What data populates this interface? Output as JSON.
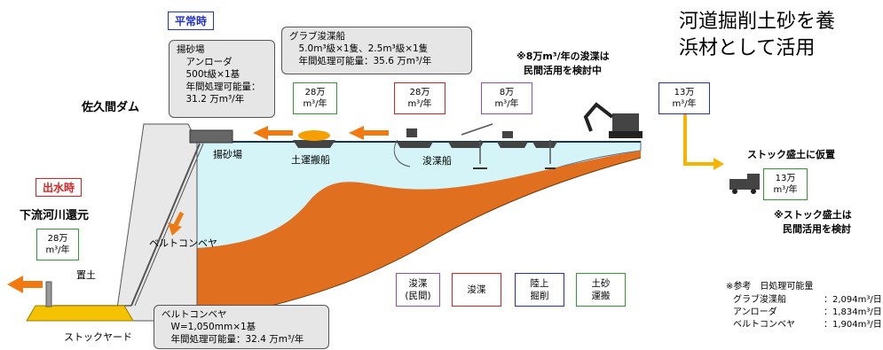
{
  "headline": {
    "line1": "河道掘削土砂を養",
    "line2": "浜材として活用"
  },
  "modes": {
    "normal": "平常時",
    "flood": "出水時"
  },
  "dam_label": "佐久間ダム",
  "downstream_label": "下流河川還元",
  "stockyard_label": "ストックヤード",
  "placement_label": "置土",
  "labels": {
    "sand_plant": "揚砂場",
    "transport_boat": "土運搬船",
    "dredger": "浚渫船",
    "conveyor": "ベルトコンベヤ",
    "stock_temp": "ストック盛土に仮置",
    "stock_note_1": "※ストック盛土は",
    "stock_note_2": "民間活用を検討"
  },
  "notes": {
    "private_dredge_1": "※8万m³/年の浚渫は",
    "private_dredge_2": "民間活用を検討中"
  },
  "info_boxes": {
    "sand_plant": "揚砂場\n　アンローダ\n　500t級×1基\n　年間処理可能量：\n　31.2 万m³/年",
    "grab_dredger": "グラブ浚渫船\n　5.0m³級×1隻、2.5m³級×1隻\n　年間処理可能量：35.6 万m³/年",
    "conveyor": "ベルトコンベヤ\n　W=1,050mm×1基\n　年間処理可能量：32.4 万m³/年"
  },
  "volume_boxes": [
    {
      "id": "transport",
      "line1": "28万",
      "line2": "m³/年",
      "color": "#2aa02a"
    },
    {
      "id": "dredge",
      "line1": "28万",
      "line2": "m³/年",
      "color": "#e02020"
    },
    {
      "id": "private",
      "line1": "8万",
      "line2": "m³/年",
      "color": "#8a4fc8"
    },
    {
      "id": "land",
      "line1": "13万",
      "line2": "m³/年",
      "color": "#2030c0"
    },
    {
      "id": "stock",
      "line1": "13万",
      "line2": "m³/年",
      "color": "#2aa02a"
    },
    {
      "id": "downstream",
      "line1": "28万",
      "line2": "m³/年",
      "color": "#2aa02a"
    }
  ],
  "legend": [
    {
      "label": "浚渫\n(民間)",
      "color": "#8a4fc8"
    },
    {
      "label": "浚渫",
      "color": "#e02020"
    },
    {
      "label": "陸上\n掘削",
      "color": "#2030c0"
    },
    {
      "label": "土砂\n運搬",
      "color": "#2aa02a"
    }
  ],
  "reference": {
    "title": "※参考　日処理可能量",
    "rows": [
      {
        "name": "グラブ浚渫船",
        "value": "：2,094m³/日"
      },
      {
        "name": "アンローダ",
        "value": "：1,834m³/日"
      },
      {
        "name": "ベルトコンベヤ",
        "value": "：1,904m³/日"
      }
    ]
  },
  "colors": {
    "water": "#d4f4f8",
    "sediment": "#e07020",
    "arrow": "#f5b400",
    "dam": "#e8e8e8",
    "orange_arrow": "#f07a10"
  }
}
